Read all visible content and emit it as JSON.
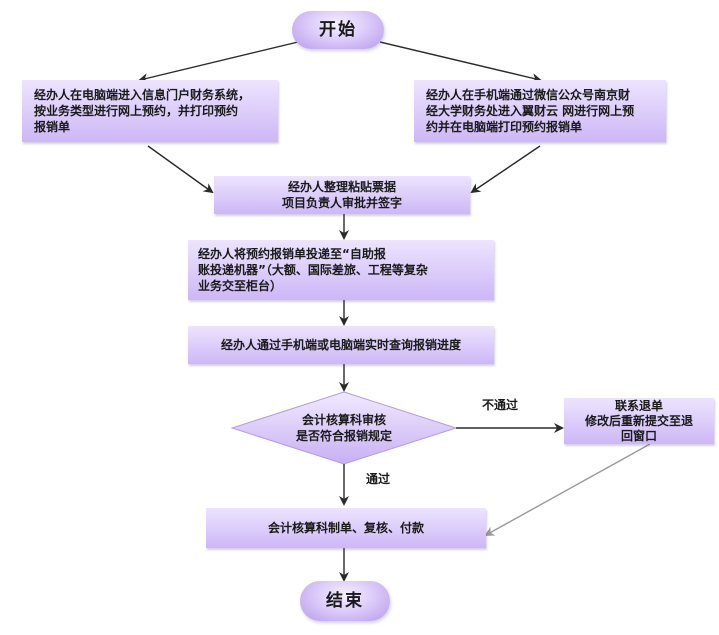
{
  "nodes": {
    "start": "开始",
    "left_entry": "经办人在电脑端进入信息门户财务系统，\n按业务类型进行网上预约，并打印预约\n报销单",
    "right_entry": "经办人在手机端通过微信公众号南京财\n经大学财务处进入翼财云 网进行网上预\n约并在电脑端打印预约报销单",
    "organize": "经办人整理粘贴票据\n项目负责人审批并签字",
    "deliver": "经办人将预约报销单投递至“自助报\n账投递机器”（大额、国际差旅、工程等复杂\n业务交至柜台）",
    "query": "经办人通过手机端或电脑端实时查询报销进度",
    "review": "会计核算科审核\n是否符合报销规定",
    "reject": "联系退单\n修改后重新提交至退\n回窗口",
    "pay": "会计核算科制单、复核、付款",
    "end": "结束"
  },
  "edge_labels": {
    "fail": "不通过",
    "pass": "通过"
  },
  "colors": {
    "node_light": "#ede4ff",
    "node_dark": "#cdb7f6",
    "arrow": "#2a2a2a",
    "return_arrow": "#9a9a9a"
  }
}
